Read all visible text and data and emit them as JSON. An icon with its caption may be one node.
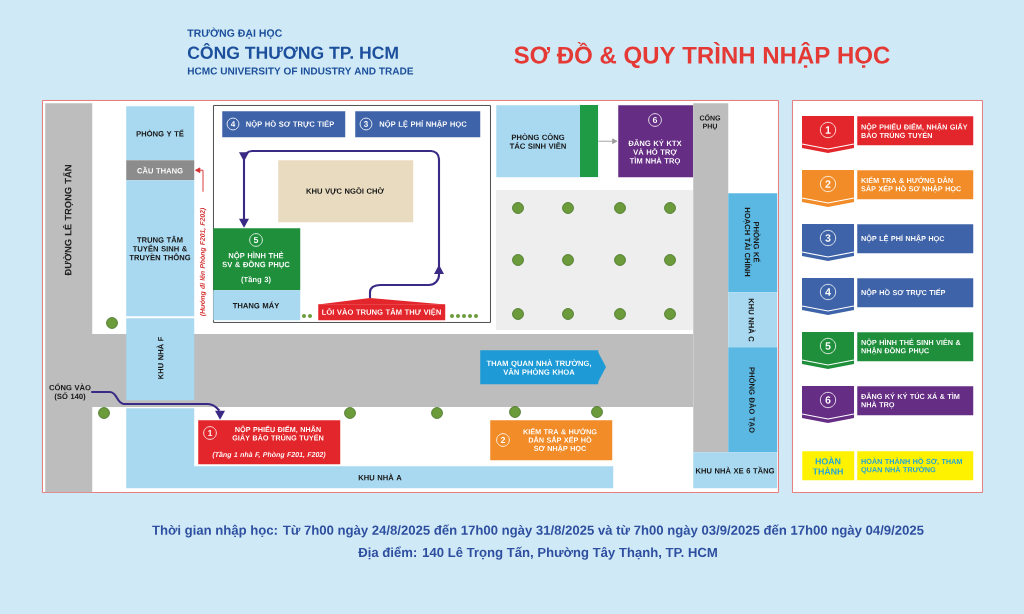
{
  "diagram": {
    "title": "SƠ ĐỒ & QUY TRÌNH NHẬP HỌC",
    "nodes": [
      {
        "text": [],
        "shape": "box"
      },
      {
        "text": [
          "ĐƯỜNG LÊ TRỌNG TẤN"
        ],
        "in": 0
      },
      {
        "text": [
          "PHÒNG Y TẾ"
        ],
        "in": 0
      },
      {
        "text": [
          "CẦU THANG"
        ],
        "in": 0
      },
      {
        "text": [
          "TRUNG TÂM TUYỂN SINH & TRUYỀN THÔNG"
        ],
        "in": 0
      },
      {
        "text": [
          "KHU NHÀ F"
        ],
        "in": 0
      },
      {
        "text": [
          "KHU NHÀ A"
        ],
        "in": 0
      },
      {
        "text": [],
        "shape": "box",
        "in": 0
      },
      {
        "text": [
          "4",
          "NỘP HỒ SƠ TRỰC TIẾP"
        ],
        "in": 7
      },
      {
        "text": [
          "3",
          "NỘP LỆ PHÍ NHẬP HỌC"
        ],
        "in": 7
      },
      {
        "text": [
          "KHU VỰC NGỒI CHỜ"
        ],
        "in": 7
      },
      {
        "text": [
          "5",
          "NỘP HÌNH THẺ SV & ĐỒNG PHỤC",
          "(Tầng 3)"
        ],
        "in": 7
      },
      {
        "text": [
          "THANG MÁY"
        ],
        "in": 7
      },
      {
        "text": [
          "LỐI VÀO TRUNG TÂM THƯ VIỆN"
        ],
        "in": 7
      },
      {
        "text": [
          "PHÒNG CÔNG TÁC SINH VIÊN"
        ],
        "in": 0
      },
      {
        "text": [
          "6",
          "ĐĂNG KÝ KTX VÀ HỖ TRỢ TÌM NHÀ TRỌ"
        ],
        "in": 0
      },
      {
        "text": [
          "CỔNG PHỤ"
        ],
        "in": 0
      },
      {
        "text": [
          "PHÒNG KẾ HOẠCH TÀI CHÍNH"
        ],
        "in": 0
      },
      {
        "text": [
          "KHU NHÀ C"
        ],
        "in": 0
      },
      {
        "text": [
          "PHÒNG ĐÀO TẠO"
        ],
        "in": 0
      },
      {
        "text": [
          "KHU NHÀ XE 6 TẦNG"
        ],
        "in": 0
      },
      {
        "text": [
          "1",
          "NỘP PHIẾU ĐIỂM, NHẬN GIẤY BÁO TRÚNG TUYỂN",
          "(Tầng 1 nhà F, Phòng F201, F202)"
        ],
        "in": 0
      },
      {
        "text": [
          "2",
          "KIỂM TRA & HƯỚNG DẪN SẮP XẾP HỒ SƠ NHẬP HỌC"
        ],
        "in": 0
      },
      {
        "text": [
          "THAM QUAN NHÀ TRƯỜNG, VĂN PHÒNG KHOA"
        ],
        "in": 0
      },
      {
        "text": [
          "CỔNG VÀO (SỐ 140)"
        ],
        "in": 1
      },
      {
        "text": [],
        "shape": "box"
      },
      {
        "text": [
          "1"
        ],
        "in": 25
      },
      {
        "text": [
          "NỘP PHIẾU ĐIỂM, NHẬN GIẤY BÁO TRÚNG TUYỂN"
        ],
        "in": 25
      },
      {
        "text": [
          "2"
        ],
        "in": 25
      },
      {
        "text": [
          "KIỂM TRA & HƯỚNG DẪN SẮP XẾP HỒ SƠ NHẬP HỌC"
        ],
        "in": 25
      },
      {
        "text": [
          "3"
        ],
        "in": 25
      },
      {
        "text": [
          "NỘP LỆ PHÍ NHẬP HỌC"
        ],
        "in": 25
      },
      {
        "text": [
          "4"
        ],
        "in": 25
      },
      {
        "text": [
          "NỘP HỒ SƠ TRỰC TIẾP"
        ],
        "in": 25
      },
      {
        "text": [
          "5"
        ],
        "in": 25
      },
      {
        "text": [
          "NỘP HÌNH THẺ SINH VIÊN & NHẬN ĐỒNG PHỤC"
        ],
        "in": 25
      },
      {
        "text": [
          "6"
        ],
        "in": 25
      },
      {
        "text": [
          "ĐĂNG KÝ KÝ TÚC XÁ & TÌM NHÀ TRỌ"
        ],
        "in": 25
      },
      {
        "text": [
          "HOÀN THÀNH"
        ],
        "in": 25
      },
      {
        "text": [
          "HOÀN THÀNH HỒ SƠ, THAM QUAN NHÀ TRƯỜNG"
        ],
        "in": 25
      },
      {
        "text": [
          "(Hướng đi lên Phòng F201, F202)"
        ],
        "in": 0
      },
      {
        "text": [],
        "shape": "box",
        "in": 0
      }
    ],
    "edges": [
      {
        "from": 24,
        "to": 21,
        "arrow": "to"
      },
      {
        "from": 13,
        "to": 11,
        "arrow": "to"
      },
      {
        "from": 40,
        "to": 3,
        "arrow": "to",
        "color": "#d32f2f"
      },
      {
        "from": 14,
        "to": 15,
        "arrow": "to",
        "color": "#9e9e9e"
      }
    ],
    "labels": [
      "TRƯỜNG ĐẠI HỌC",
      "CÔNG THƯƠNG TP. HCM",
      "HCMC UNIVERSITY OF INDUSTRY AND TRADE",
      "Thời gian nhập học: Từ 7h00 ngày 24/8/2025 đến 17h00 ngày 31/8/2025 và từ 7h00 ngày 03/9/2025 đến 17h00 ngày 04/9/2025",
      "Địa điểm: 140 Lê Trọng Tấn, Phường Tây Thạnh, TP. HCM"
    ]
  }
}
